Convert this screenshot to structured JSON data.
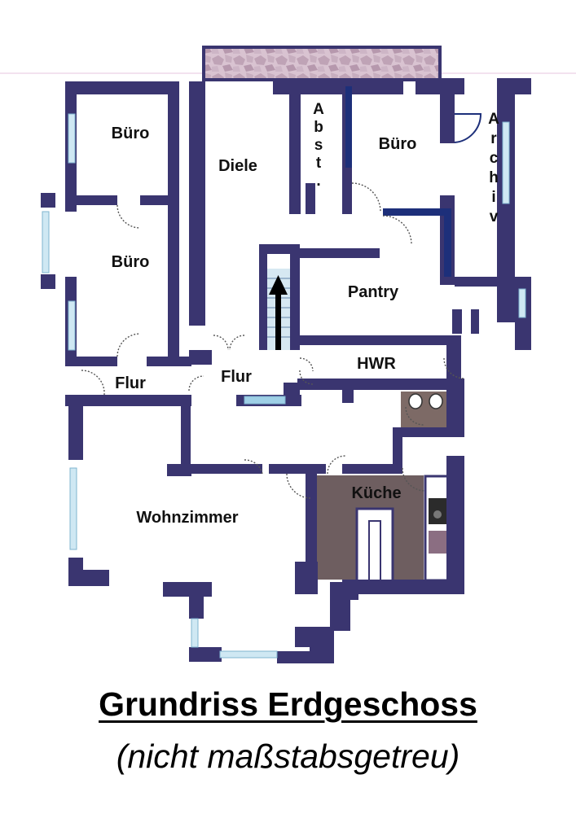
{
  "rooms": {
    "buero_top_left": "Büro",
    "buero_mid_left": "Büro",
    "diele": "Diele",
    "abst": "Abst.",
    "buero_top_right": "Büro",
    "archiv": "Archiv",
    "pantry": "Pantry",
    "hwr": "HWR",
    "flur_left": "Flur",
    "flur_mid": "Flur",
    "kueche": "Küche",
    "wohnzimmer": "Wohnzimmer"
  },
  "title": "Grundriss Erdgeschoss",
  "subtitle": "(nicht maßstabsgetreu)",
  "colors": {
    "wall": "#3a3570",
    "wall_accent": "#1d2f7a",
    "kitchen_floor": "#6e5e60",
    "terrace": "#c9b3c2",
    "window": "#9fd0e6",
    "door_arc": "#555555",
    "stair_arrow": "#000000"
  }
}
